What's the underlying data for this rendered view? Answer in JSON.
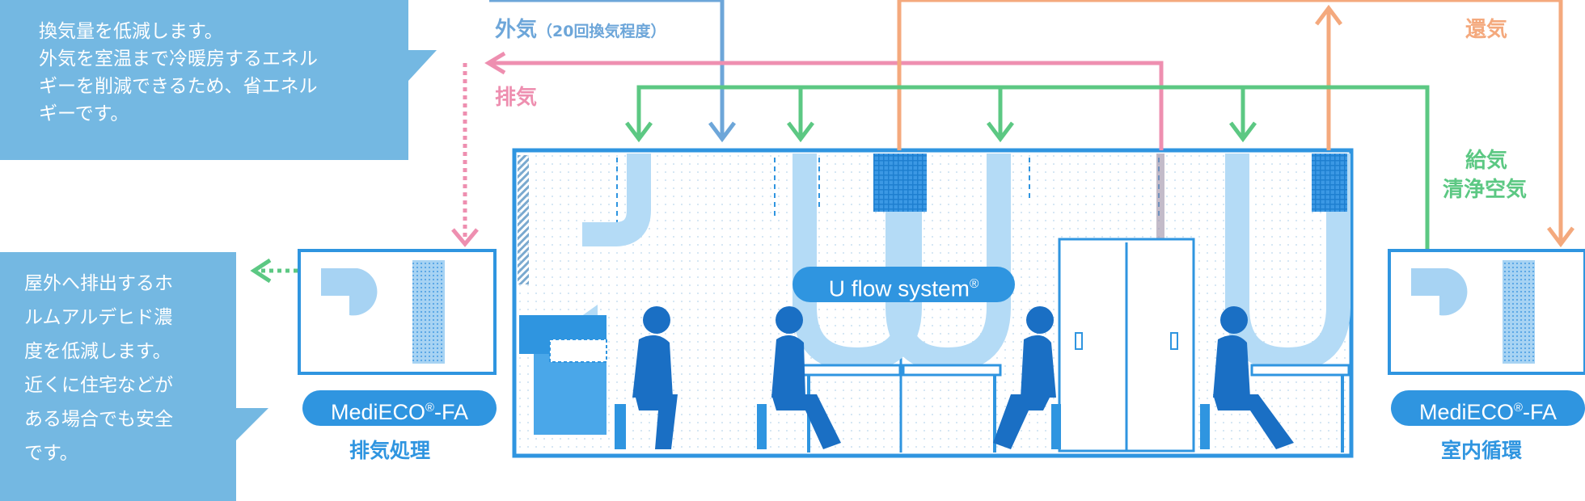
{
  "callouts": {
    "top": {
      "lines": [
        "換気量を低減します。",
        "外気を室温まで冷暖房するエネル",
        "ギーを削減できるため、省エネル",
        "ギーです。"
      ]
    },
    "bottom": {
      "lines": [
        "屋外へ排出するホ",
        "ルムアルデヒド濃",
        "度を低減します。",
        "近くに住宅などが",
        "ある場合でも安全",
        "です。"
      ]
    }
  },
  "flows": {
    "outside_air": "外気",
    "outside_air_note": "（20回換気程度）",
    "exhaust": "排気",
    "return_air": "還気",
    "supply_line1": "給気",
    "supply_line2": "清浄空気"
  },
  "system_label": {
    "text": "U flow system",
    "mark": "®"
  },
  "units": {
    "left": {
      "name": "MediECO",
      "mark": "®",
      "suffix": "-FA",
      "caption": "排気処理"
    },
    "right": {
      "name": "MediECO",
      "mark": "®",
      "suffix": "-FA",
      "caption": "室内循環"
    }
  },
  "colors": {
    "callout": "#74b8e2",
    "outside_air": "#6da6d9",
    "exhaust": "#ee8fb0",
    "return_air": "#f4a97d",
    "supply": "#5cc883",
    "room_frame": "#2f95e0",
    "duct": "#b4dbf6",
    "person": "#1a6fc4",
    "pill": "#2f95e0",
    "unit_caption": "#2f95e0"
  },
  "icons": {
    "fan": "fan-icon",
    "filter": "filter-icon",
    "person": "person-icon",
    "desk": "desk-icon",
    "door": "door-icon"
  }
}
